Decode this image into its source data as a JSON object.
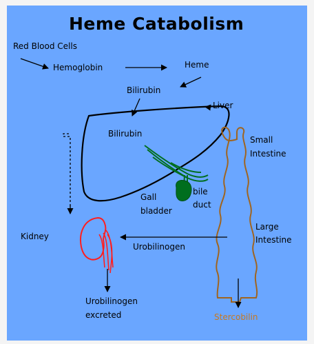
{
  "title": "Heme Catabolism",
  "labels": {
    "red_blood_cells": "Red Blood Cells",
    "hemoglobin": "Hemoglobin",
    "heme": "Heme",
    "bilirubin_top": "Bilirubin",
    "liver": "Liver",
    "bilirubin_liver": "Bilirubin",
    "small_intestine_1": "Small",
    "small_intestine_2": "Intestine",
    "gall_1": "Gall",
    "gall_2": "bladder",
    "bile_1": "bile",
    "bile_2": "duct",
    "kidney": "Kidney",
    "urobilinogen": "Urobilinogen",
    "large_intestine_1": "Large",
    "large_intestine_2": "Intestine",
    "urobilinogen_excreted_1": "Urobilinogen",
    "urobilinogen_excreted_2": "excreted",
    "stercobilin": "Stercobilin"
  },
  "colors": {
    "background": "#6aa6ff",
    "frame": "#f4f4f4",
    "liver": "#000000",
    "bile": "#006e1e",
    "intestine": "#a0641e",
    "kidney": "#ff1e1e",
    "stercobilin": "#c8781e"
  }
}
